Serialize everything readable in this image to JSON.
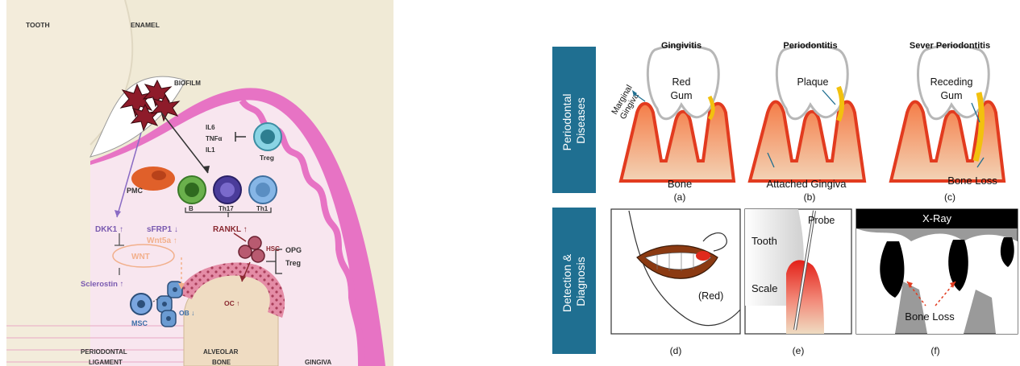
{
  "left_panel": {
    "labels": {
      "tooth": "TOOTH",
      "enamel": "ENAMEL",
      "biofilm": "BIOFILM",
      "il6": "IL6",
      "tnfa": "TNFα",
      "il1": "IL1",
      "treg_top": "Treg",
      "pmc": "PMC",
      "b": "B",
      "th17": "Th17",
      "th1": "Th1",
      "dkk1": "DKK1",
      "sfrp1": "sFRP1",
      "wnt5a": "Wnt5a",
      "wnt": "WNT",
      "rankl": "RANKL",
      "hsc": "HSC",
      "opg": "OPG",
      "treg_bottom": "Treg",
      "sclerostin": "Sclerostin",
      "msc": "MSC",
      "ob": "OB",
      "oc": "OC",
      "periodontal_1": "PERIODONTAL",
      "periodontal_2": "LIGAMENT",
      "alveolar_1": "ALVEOLAR",
      "alveolar_2": "BONE",
      "gingiva": "GINGIVA"
    }
  },
  "right_panel": {
    "row_titles": {
      "periodontal_1": "Periodontal",
      "periodontal_2": "Diseases",
      "detection_1": "Detection &",
      "detection_2": "Diagnosis"
    },
    "panels": {
      "a_title": "Gingivitis",
      "b_title": "Periodontitis",
      "c_title": "Sever Periodontitis",
      "marginal_1": "Marginal",
      "marginal_2": "Gingiva",
      "red_gum_1": "Red",
      "red_gum_2": "Gum",
      "bone": "Bone",
      "plaque": "Plaque",
      "attached_gingiva": "Attached Gingiva",
      "receding_1": "Receding",
      "receding_2": "Gum",
      "bone_loss_c": "Bone Loss",
      "red": "(Red)",
      "tooth": "Tooth",
      "scale": "Scale",
      "probe": "Probe",
      "xray": "X-Ray",
      "bone_loss_f": "Bone Loss"
    },
    "captions": {
      "a": "(a)",
      "b": "(b)",
      "c": "(c)",
      "d": "(d)",
      "e": "(e)",
      "f": "(f)"
    }
  },
  "colors": {
    "gingiva_pink": "#e773c4",
    "tissue_light": "#f8e6ef",
    "enamel_beige": "#f0ead6",
    "bone_tan": "#efdcc2",
    "gum_red": "#e23b1f",
    "title_blue": "#1f6f91",
    "plaque_yellow": "#f2c10e",
    "purple_label": "#7a5ab0",
    "dark_red_label": "#8a2830"
  }
}
